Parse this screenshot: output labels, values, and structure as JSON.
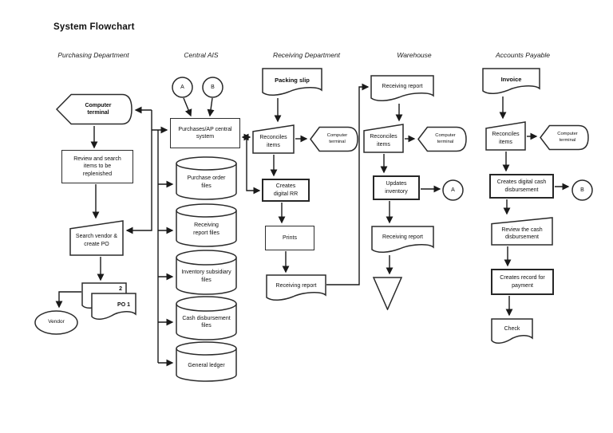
{
  "title": "System Flowchart",
  "headers": {
    "purchasing": "Purchasing Department",
    "central_ais": "Central AIS",
    "receiving": "Receiving Department",
    "warehouse": "Warehouse",
    "accounts_payable": "Accounts Payable"
  },
  "purchasing": {
    "terminal": "Computer terminal",
    "review": "Review and search items to be replenished",
    "search_vendor": "Search vendor & create PO",
    "po_copy_2": "2",
    "po_copy_1": "PO 1",
    "vendor": "Vendor"
  },
  "central_ais": {
    "connector_a": "A",
    "connector_b": "B",
    "system": "Purchases/AP central system",
    "file_1": "Purchase order files",
    "file_2": "Receiving report files",
    "file_3": "Inventory subsidiary files",
    "file_4": "Cash disbursement files",
    "file_5": "General ledger"
  },
  "receiving": {
    "packing_slip": "Packing slip",
    "reconciles": "Reconciles items",
    "terminal": "Computer terminal",
    "creates_rr": "Creates digital RR",
    "prints": "Prints",
    "report": "Receiving report"
  },
  "warehouse": {
    "report_top": "Receiving report",
    "reconciles": "Reconciles items",
    "terminal": "Computer terminal",
    "updates": "Updates inventory",
    "connector_a": "A",
    "report_bottom": "Receiving report"
  },
  "accounts_payable": {
    "invoice": "Invoice",
    "reconciles": "Reconciles items",
    "terminal": "Computer terminal",
    "creates_disbursement": "Creates digital cash disbursement",
    "connector_b": "B",
    "review": "Review the cash disbursement",
    "record": "Creates record for payment",
    "check": "Check"
  }
}
